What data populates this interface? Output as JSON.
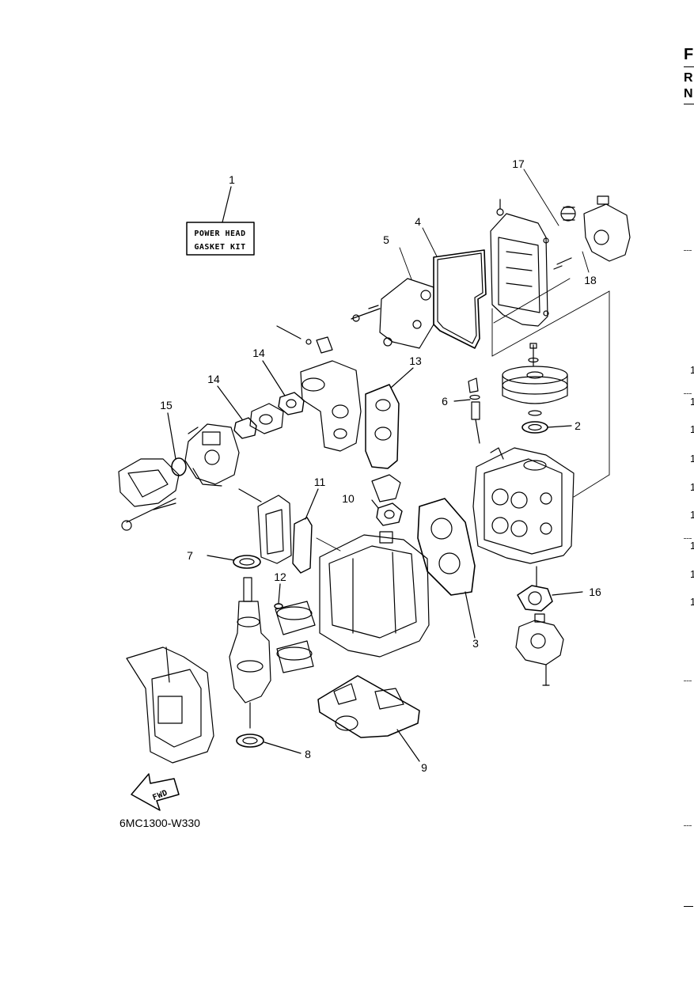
{
  "kit_label": {
    "line1": "POWER HEAD",
    "line2": "GASKET KIT"
  },
  "callouts": [
    "1",
    "2",
    "3",
    "4",
    "5",
    "6",
    "7",
    "8",
    "9",
    "10",
    "11",
    "12",
    "13",
    "14",
    "14",
    "15",
    "16",
    "17",
    "18"
  ],
  "fwd_arrow_text": "FWD",
  "reference_code": "6MC1300-W330",
  "right_edge": {
    "letters": [
      "F",
      "R",
      "N"
    ],
    "numbers": [
      "1",
      "1",
      "1",
      "1",
      "1",
      "1",
      "1",
      "1",
      "1"
    ]
  }
}
